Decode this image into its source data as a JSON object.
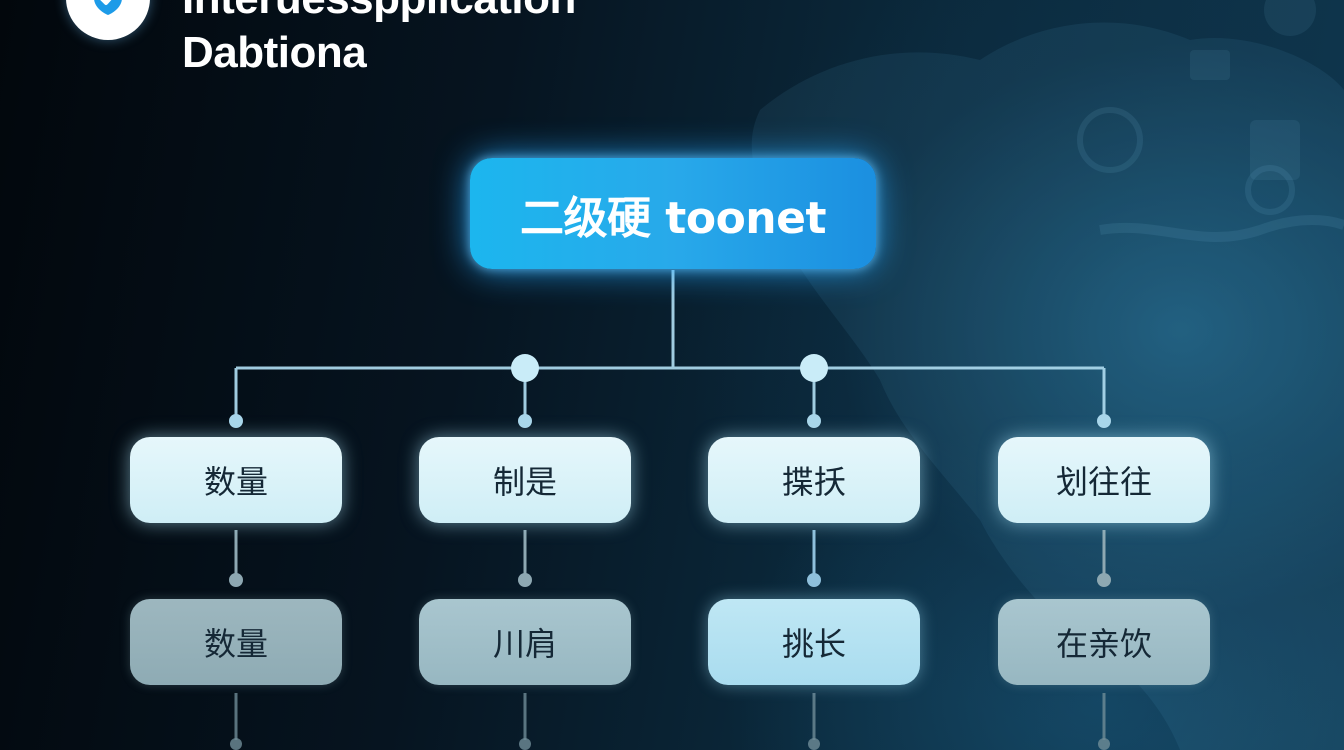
{
  "header": {
    "title_line1": "Interuesspplication",
    "title_line2": "Dabtiona"
  },
  "diagram": {
    "root": {
      "label": "二级硬 toonet"
    },
    "columns": [
      {
        "level2": "数量",
        "level3": "数量"
      },
      {
        "level2": "制是",
        "level3": "川肩"
      },
      {
        "level2": "揲扷",
        "level3": "挑长"
      },
      {
        "level2": "划往往",
        "level3": "在亲饮"
      }
    ]
  },
  "colors": {
    "root_fill": "#1cb6ee",
    "level2_fill": "#dff4fa",
    "level3_fill": "#95b1ba",
    "connector": "#9fd0e6",
    "background": "#061420"
  }
}
